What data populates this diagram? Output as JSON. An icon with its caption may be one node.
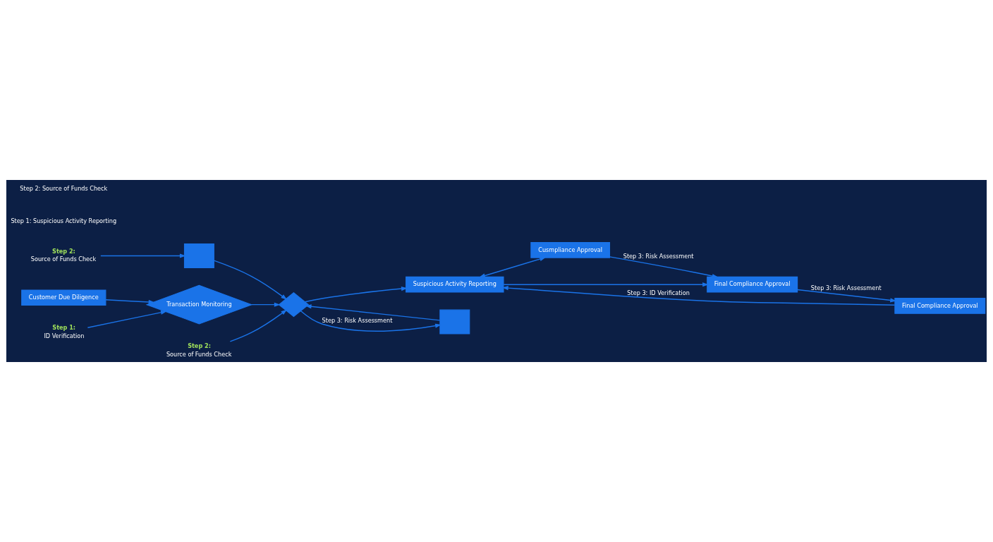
{
  "diagram": {
    "nodes": [
      {
        "text": [
          "Customer Due Diligence"
        ]
      },
      {
        "text": [
          "Transaction Monitoring"
        ]
      },
      {
        "text": [],
        "shape": "diamond"
      },
      {
        "text": [
          "Suspicious Activity Reporting"
        ]
      },
      {
        "text": [
          "Final Compliance Approval"
        ]
      },
      {
        "text": [
          "Cusmpliance Approval"
        ]
      },
      {
        "text": [
          "Final Compliance Approval"
        ]
      },
      {
        "text": [
          "Step 1:",
          "ID Verification"
        ]
      },
      {
        "text": [
          "Step 2:",
          "Source of Funds Check"
        ]
      },
      {
        "text": [],
        "shape": "box"
      },
      {
        "text": [],
        "shape": "box"
      },
      {
        "text": [
          "Step 2:",
          "Source of Funds Check"
        ]
      }
    ],
    "edges": [
      {
        "from": 0,
        "to": 1,
        "arrow": "to"
      },
      {
        "from": 7,
        "to": 1,
        "arrow": "to"
      },
      {
        "from": 1,
        "to": 2,
        "arrow": "to"
      },
      {
        "from": 8,
        "to": 9,
        "arrow": "to"
      },
      {
        "from": 9,
        "to": 2,
        "arrow": "to"
      },
      {
        "from": 11,
        "to": 2,
        "arrow": "to"
      },
      {
        "from": 2,
        "to": 10,
        "arrow": "to",
        "label": "Step 3: Risk Assessment"
      },
      {
        "from": 10,
        "to": 2,
        "arrow": "to"
      },
      {
        "from": 2,
        "to": 3,
        "arrow": "to"
      },
      {
        "from": 3,
        "to": 4,
        "arrow": "to"
      },
      {
        "from": 3,
        "to": 5,
        "arrow": "both"
      },
      {
        "from": 5,
        "to": 4,
        "arrow": "to",
        "label": "Step 3: Risk Assessment"
      },
      {
        "from": 4,
        "to": 6,
        "arrow": "to",
        "label": "Step 3: Risk Assessment"
      },
      {
        "from": 6,
        "to": 3,
        "arrow": "to",
        "label": "Step 3: ID Verification"
      }
    ],
    "labels": [
      "Step 1: Suspicious Activity Reporting",
      "Step 2: Source of Funds Check"
    ]
  }
}
